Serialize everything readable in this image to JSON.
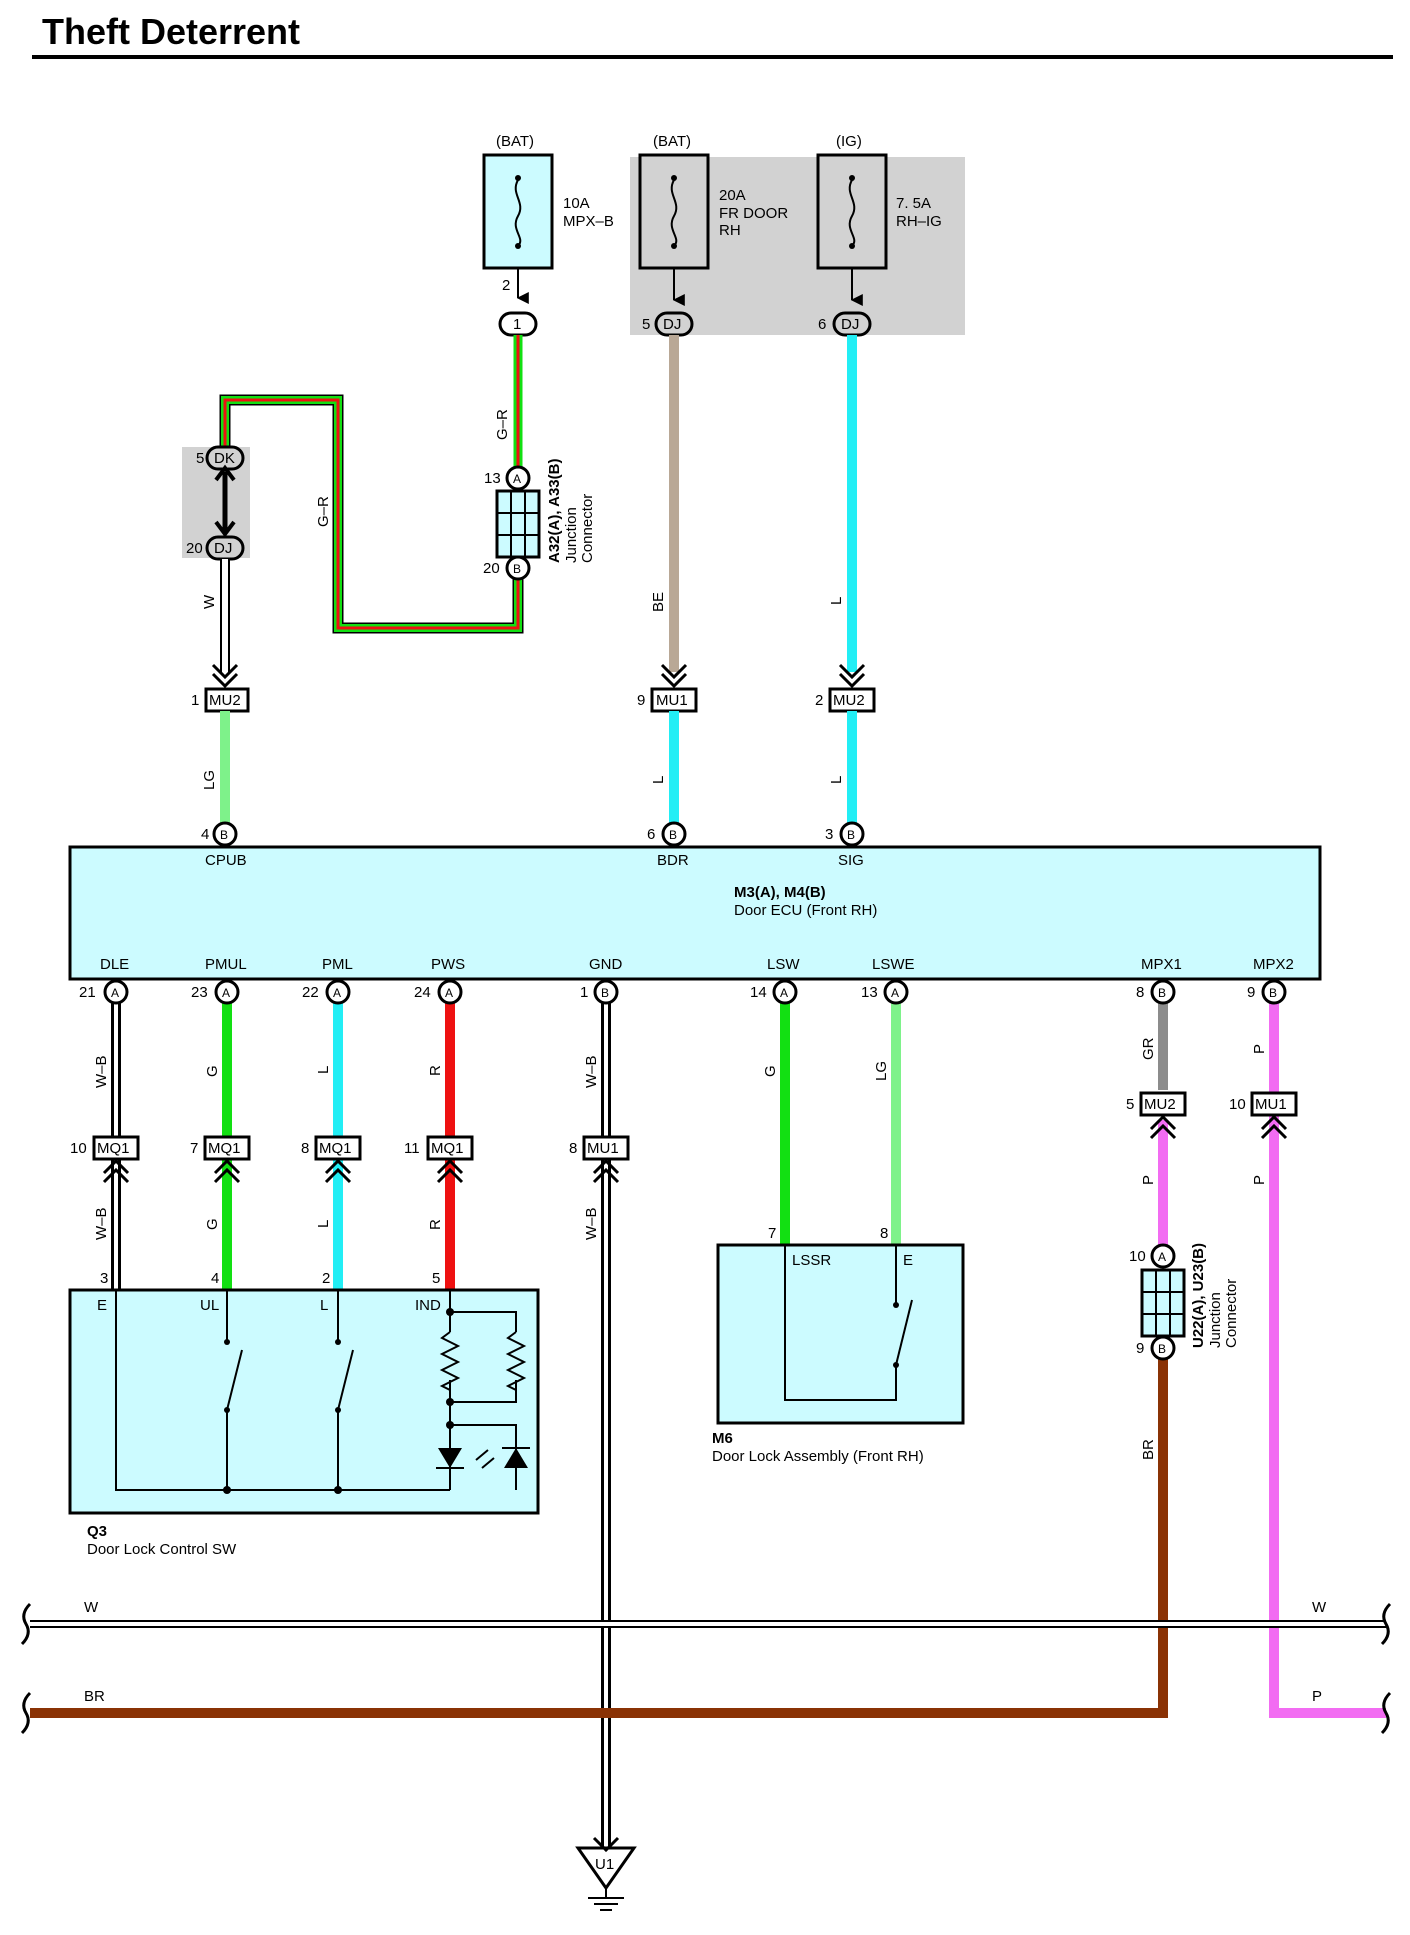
{
  "page": {
    "title": "Theft Deterrent"
  },
  "colors": {
    "W": "#ffffff",
    "LG": "#7ef28a",
    "G": "#12e012",
    "L": "#22eef5",
    "R": "#ee1111",
    "BE": "#b9a896",
    "GR": "#8c8c8c",
    "P": "#f26cf2",
    "BR": "#8a3205",
    "G_R_outer": "#12e012",
    "G_R_inner": "#ee1111",
    "component_fill": "#ccfbff",
    "shaded_fill": "#d2d2d2"
  },
  "fuses": [
    {
      "source": "(BAT)",
      "rating": "10A",
      "name": "MPX–B",
      "pin": "2",
      "conn_pin": "1"
    },
    {
      "source": "(BAT)",
      "rating": "20A",
      "name": "FR DOOR",
      "name2": "RH",
      "conn_pin": "5",
      "conn": "DJ"
    },
    {
      "source": "(IG)",
      "rating": "7. 5A",
      "name": "RH–IG",
      "conn_pin": "6",
      "conn": "DJ"
    }
  ],
  "junction_a": {
    "name": "A32(A), A33(B)",
    "desc1": "Junction",
    "desc2": "Connector",
    "pin_top": "13",
    "pin_top_id": "A",
    "pin_bot": "20",
    "pin_bot_id": "B"
  },
  "dk_dj": {
    "top_pin": "5",
    "top": "DK",
    "bot_pin": "20",
    "bot": "DJ"
  },
  "wire_labels": {
    "gr1": "G–R",
    "gr2": "G–R",
    "w": "W",
    "be": "BE",
    "l1": "L",
    "lg1": "LG",
    "l2": "L",
    "l3": "L"
  },
  "top_connectors": [
    {
      "pin": "1",
      "name": "MU2"
    },
    {
      "pin": "9",
      "name": "MU1"
    },
    {
      "pin": "2",
      "name": "MU2"
    }
  ],
  "ecu": {
    "name": "M3(A), M4(B)",
    "desc": "Door ECU (Front RH)",
    "top_pins": [
      {
        "num": "4",
        "id": "B",
        "label": "CPUB"
      },
      {
        "num": "6",
        "id": "B",
        "label": "BDR"
      },
      {
        "num": "3",
        "id": "B",
        "label": "SIG"
      }
    ],
    "bottom_pins": [
      {
        "num": "21",
        "id": "A",
        "label": "DLE",
        "wire": "W–B"
      },
      {
        "num": "23",
        "id": "A",
        "label": "PMUL",
        "wire": "G"
      },
      {
        "num": "22",
        "id": "A",
        "label": "PML",
        "wire": "L"
      },
      {
        "num": "24",
        "id": "A",
        "label": "PWS",
        "wire": "R"
      },
      {
        "num": "1",
        "id": "B",
        "label": "GND",
        "wire": "W–B"
      },
      {
        "num": "14",
        "id": "A",
        "label": "LSW",
        "wire": "G"
      },
      {
        "num": "13",
        "id": "A",
        "label": "LSWE",
        "wire": "LG"
      },
      {
        "num": "8",
        "id": "B",
        "label": "MPX1",
        "wire": "GR"
      },
      {
        "num": "9",
        "id": "B",
        "label": "MPX2",
        "wire": "P"
      }
    ]
  },
  "mid_connectors": [
    {
      "pin": "10",
      "name": "MQ1",
      "wire_below": "W–B"
    },
    {
      "pin": "7",
      "name": "MQ1",
      "wire_below": "G"
    },
    {
      "pin": "8",
      "name": "MQ1",
      "wire_below": "L"
    },
    {
      "pin": "11",
      "name": "MQ1",
      "wire_below": "R"
    },
    {
      "pin": "8",
      "name": "MU1",
      "wire_below": "W–B"
    },
    {
      "pin": "5",
      "name": "MU2",
      "wire_below": "P"
    },
    {
      "pin": "10",
      "name": "MU1",
      "wire_below": "P"
    }
  ],
  "q3": {
    "name": "Q3",
    "desc": "Door Lock Control SW",
    "pins": [
      {
        "num": "3",
        "label": "E"
      },
      {
        "num": "4",
        "label": "UL"
      },
      {
        "num": "2",
        "label": "L"
      },
      {
        "num": "5",
        "label": "IND"
      }
    ]
  },
  "m6": {
    "name": "M6",
    "desc": "Door Lock Assembly (Front RH)",
    "pins": [
      {
        "num": "7",
        "label": "LSSR"
      },
      {
        "num": "8",
        "label": "E"
      }
    ]
  },
  "junction_b": {
    "name": "U22(A), U23(B)",
    "desc1": "Junction",
    "desc2": "Connector",
    "pin_top": "10",
    "pin_top_id": "A",
    "pin_bot": "9",
    "pin_bot_id": "B",
    "wire_below": "BR"
  },
  "buses": {
    "w_left": "W",
    "w_right": "W",
    "br_left": "BR",
    "p_right": "P"
  },
  "ground": {
    "name": "U1"
  }
}
